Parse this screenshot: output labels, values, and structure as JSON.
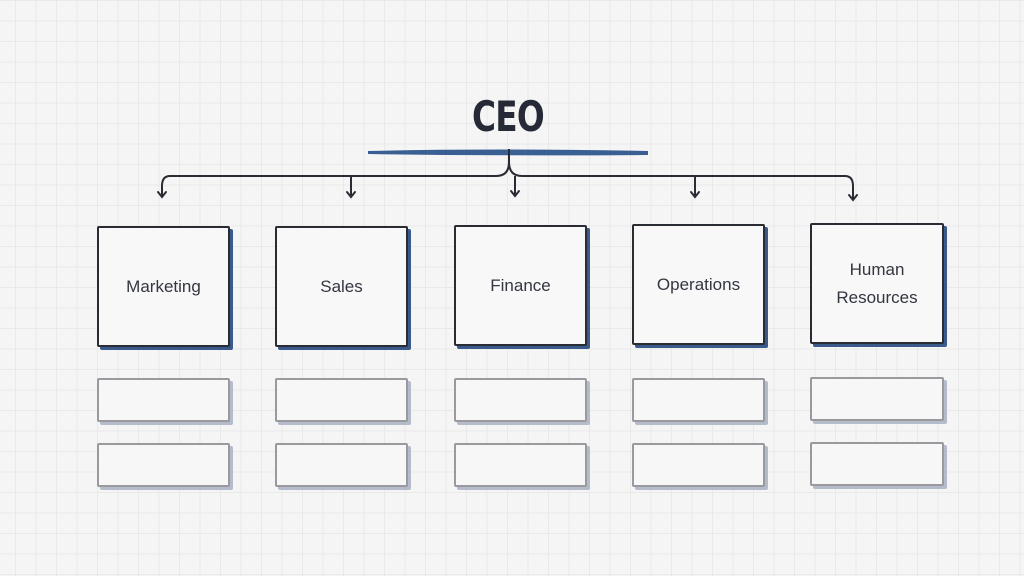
{
  "diagram": {
    "type": "org-chart",
    "root": {
      "label": "CEO",
      "underline_color": "#3a5f93"
    },
    "departments": [
      {
        "label": "Marketing"
      },
      {
        "label": "Sales"
      },
      {
        "label": "Finance"
      },
      {
        "label": "Operations"
      },
      {
        "label": "Human Resources"
      }
    ],
    "sub_placeholder_rows": 2,
    "colors": {
      "text": "#262a36",
      "box_border": "#2a2c33",
      "box_shadow": "#3a5a8c",
      "placeholder_border": "#9a9a9e",
      "background": "#f5f5f5"
    }
  }
}
